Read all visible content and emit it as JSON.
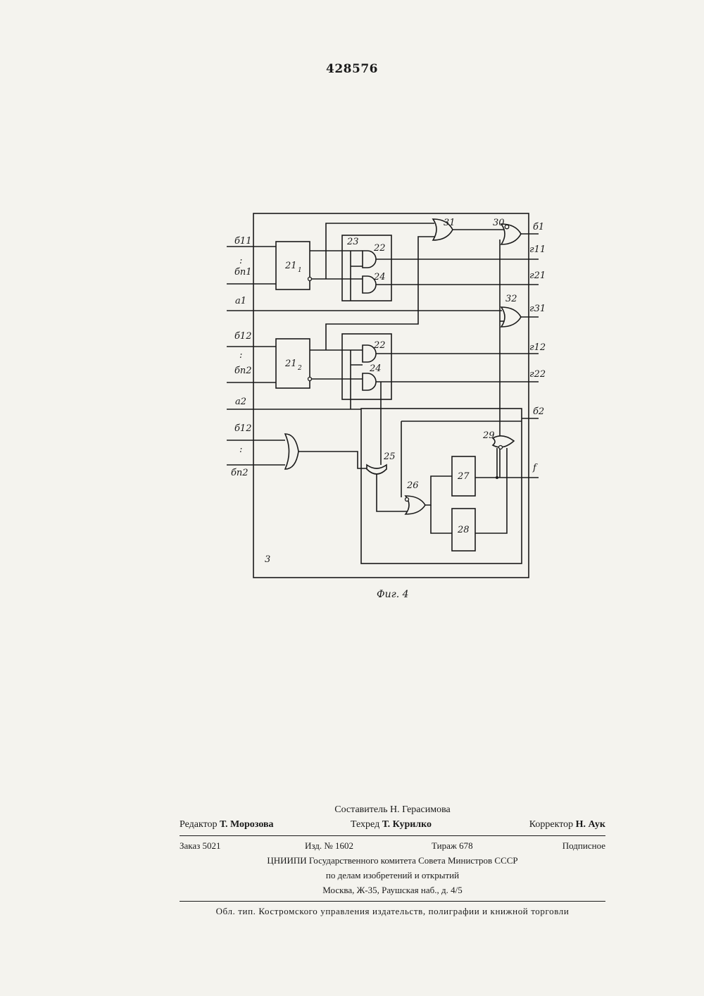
{
  "page_number": "428576",
  "figure": {
    "caption": "Фиг. 4",
    "frame_label": "3",
    "inputs": [
      "б11",
      "бn1",
      "a1",
      "б12",
      "бn2",
      "a2",
      "б12",
      "бn2"
    ],
    "outputs": [
      "б1",
      "г11",
      "г21",
      "г31",
      "г12",
      "г22",
      "б2",
      "f"
    ],
    "blocks": [
      "21",
      "21",
      "27",
      "28"
    ],
    "gate_labels": [
      "22",
      "23",
      "24",
      "22",
      "24",
      "25",
      "26",
      "29",
      "30",
      "31",
      "32"
    ],
    "subscripts": [
      "1",
      "1",
      "11",
      "21",
      "2",
      "2",
      "22",
      "1",
      "1",
      "1",
      "11",
      "21",
      "31",
      "12",
      "12",
      "22",
      "2",
      "2"
    ]
  },
  "footer": {
    "compiler": "Составитель Н. Герасимова",
    "editor_label": "Редактор",
    "editor_name": "Т. Морозова",
    "techred_label": "Техред",
    "techred_name": "Т. Курилко",
    "corrector_label": "Корректор",
    "corrector_name": "Н. Аук",
    "order": "Заказ 5021",
    "edition": "Изд. № 1602",
    "circulation": "Тираж 678",
    "subscription": "Подписное",
    "org_line1": "ЦНИИПИ Государственного комитета Совета Министров СССР",
    "org_line2": "по делам изобретений и открытий",
    "address": "Москва, Ж-35, Раушская наб., д. 4/5",
    "printer": "Обл. тип. Костромского управления издательств, полиграфии и книжной торговли"
  }
}
